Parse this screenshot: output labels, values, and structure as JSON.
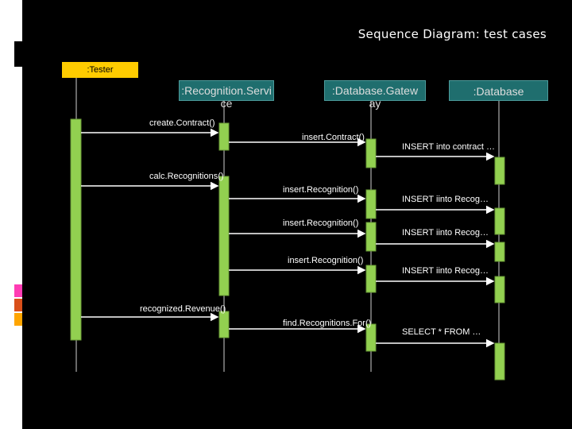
{
  "slide": {
    "title": "Sequence Diagram: test cases"
  },
  "lifelines": [
    {
      "id": "tester",
      "label": ":Tester"
    },
    {
      "id": "recognition_service",
      "label": ":Recognition.Servi ce"
    },
    {
      "id": "database_gateway",
      "label": ":Database.Gatew ay"
    },
    {
      "id": "database",
      "label": ":Database"
    }
  ],
  "messages": {
    "create_contract": "create.Contract()",
    "insert_contract": "insert.Contract()",
    "insert_into_contract": "INSERT into contract …",
    "calc_recognitions": "calc.Recognitions()",
    "insert_recognition_1": "insert.Recognition()",
    "insert_into_recog_1": "INSERT iinto Recog…",
    "insert_recognition_2": "insert.Recognition()",
    "insert_into_recog_2": "INSERT iinto Recog…",
    "insert_recognition_3": "insert.Recognition()",
    "insert_into_recog_3": "INSERT iinto Recog…",
    "recognized_revenue": "recognized.Revenue()",
    "find_recognitions_for": "find.Recognitions.For()",
    "select_from": "SELECT * FROM …"
  },
  "colors": {
    "background": "#000000",
    "activation": "#92d050",
    "tester_box": "#ffcc00",
    "participant_box": "#1f6e6e",
    "accent_1": "#ff3cb4",
    "accent_2": "#d94f1a",
    "accent_3": "#ffa500"
  }
}
